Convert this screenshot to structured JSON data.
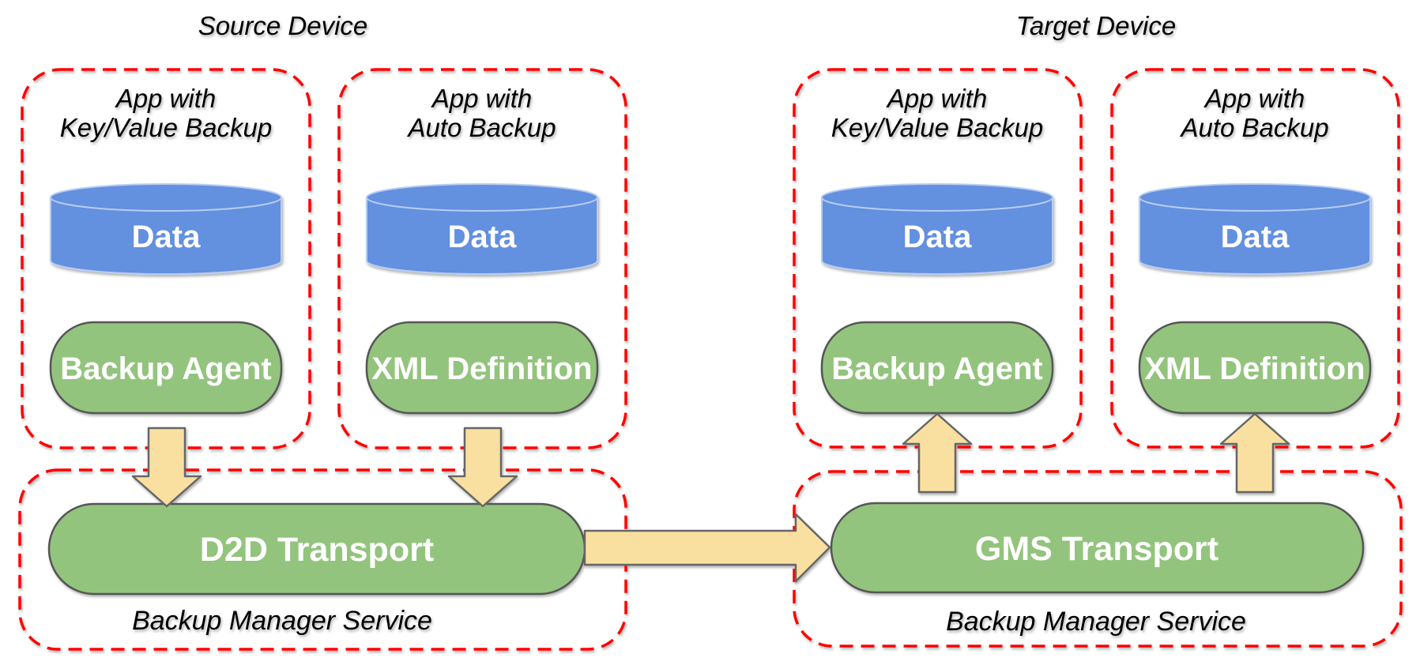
{
  "colors": {
    "boundary": "#FF0000",
    "shape-green": "#93C47D",
    "shape-green-stroke": "#565656",
    "cylinder-blue": "#6490DF",
    "cylinder-stroke": "#B7CDF1",
    "arrow-yellow": "#FAE0A0",
    "arrow-stroke": "#666666",
    "text-dark": "#000000",
    "text-light": "#FFFFFF"
  },
  "source_device": {
    "title": "Source Device",
    "apps": [
      {
        "title_line1": "App with",
        "title_line2": "Key/Value Backup",
        "data_store": "Data",
        "component": "Backup Agent"
      },
      {
        "title_line1": "App with",
        "title_line2": "Auto Backup",
        "data_store": "Data",
        "component": "XML Definition"
      }
    ],
    "service": {
      "transport": "D2D Transport",
      "label": "Backup Manager Service"
    }
  },
  "target_device": {
    "title": "Target Device",
    "apps": [
      {
        "title_line1": "App with",
        "title_line2": "Key/Value Backup",
        "data_store": "Data",
        "component": "Backup Agent"
      },
      {
        "title_line1": "App with",
        "title_line2": "Auto Backup",
        "data_store": "Data",
        "component": "XML Definition"
      }
    ],
    "service": {
      "transport": "GMS Transport",
      "label": "Backup Manager Service"
    }
  }
}
